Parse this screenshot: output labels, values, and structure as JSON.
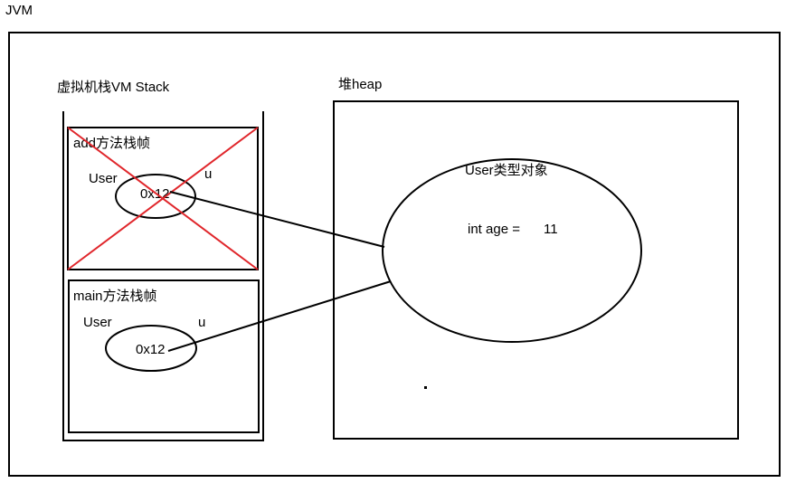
{
  "diagram": {
    "title": "JVM",
    "stack": {
      "label": "虚拟机栈VM Stack",
      "frames": [
        {
          "label": "add方法栈帧",
          "type_label": "User",
          "var_label": "u",
          "value": "0x12",
          "crossed_out": true
        },
        {
          "label": "main方法栈帧",
          "type_label": "User",
          "var_label": "u",
          "value": "0x12",
          "crossed_out": false
        }
      ]
    },
    "heap": {
      "label": "堆heap",
      "object": {
        "label": "User类型对象",
        "field": "int age =",
        "field_value": "11"
      }
    },
    "colors": {
      "stroke": "#000000",
      "cross": "#e0262b",
      "background": "#ffffff"
    }
  }
}
